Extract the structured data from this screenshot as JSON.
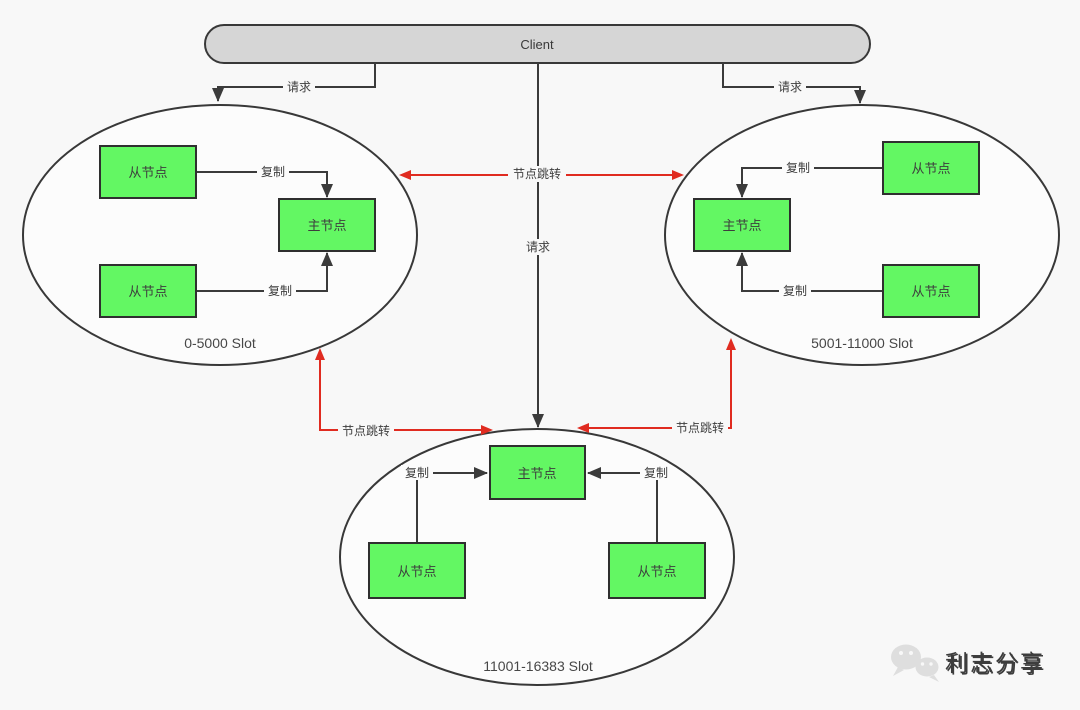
{
  "colors": {
    "background": "#f8f8f8",
    "node_fill": "#63f763",
    "node_border": "#2f2f2f",
    "line": "#3b3b3b",
    "red": "#e02b20",
    "client_fill": "#d6d6d6",
    "ellipse_fill": "#fcfcfc",
    "watermark": "#d7d7d7"
  },
  "client": {
    "label": "Client"
  },
  "edge_labels": {
    "request": "请求",
    "replicate": "复制",
    "node_jump": "节点跳转"
  },
  "clusters": {
    "left": {
      "slot": "0-5000 Slot",
      "master": "主节点",
      "slave_top": "从节点",
      "slave_bottom": "从节点"
    },
    "right": {
      "slot": "5001-11000 Slot",
      "master": "主节点",
      "slave_top": "从节点",
      "slave_bottom": "从节点"
    },
    "bottom": {
      "slot": "11001-16383 Slot",
      "master": "主节点",
      "slave_left": "从节点",
      "slave_right": "从节点"
    }
  },
  "watermark": {
    "label": "利志分享"
  }
}
